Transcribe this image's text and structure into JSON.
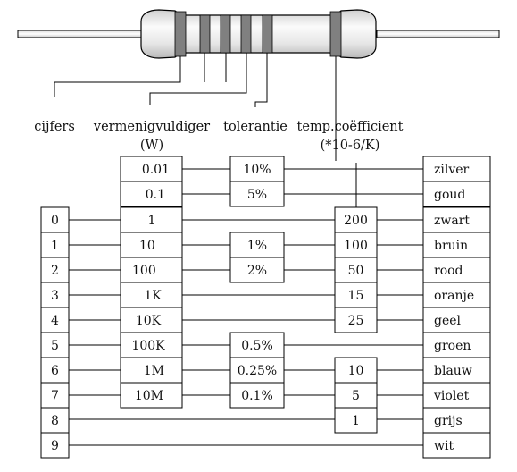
{
  "headers": {
    "cijfers": "cijfers",
    "multiplier": "vermenigvuldiger",
    "multiplier_unit": "(W)",
    "tolerance": "tolerantie",
    "tempco": "temp.coëfficient",
    "tempco_unit": "(*10-6/K)"
  },
  "digits": [
    "0",
    "1",
    "2",
    "3",
    "4",
    "5",
    "6",
    "7",
    "8",
    "9"
  ],
  "multipliers": [
    "0.01",
    "0.1",
    "1",
    "10",
    "100",
    "1K",
    "10K",
    "100K",
    "1M",
    "10M"
  ],
  "tolerances": [
    "10%",
    "5%",
    "1%",
    "2%",
    "0.5%",
    "0.25%",
    "0.1%"
  ],
  "tempcos": [
    "200",
    "100",
    "50",
    "15",
    "25",
    "10",
    "5",
    "1"
  ],
  "colors": [
    "zilver",
    "goud",
    "zwart",
    "bruin",
    "rood",
    "oranje",
    "geel",
    "groen",
    "blauw",
    "violet",
    "grijs",
    "wit"
  ],
  "style": {
    "band_color": "#808080",
    "resistor_body": "#f2f2f2",
    "line_color": "#000000"
  }
}
